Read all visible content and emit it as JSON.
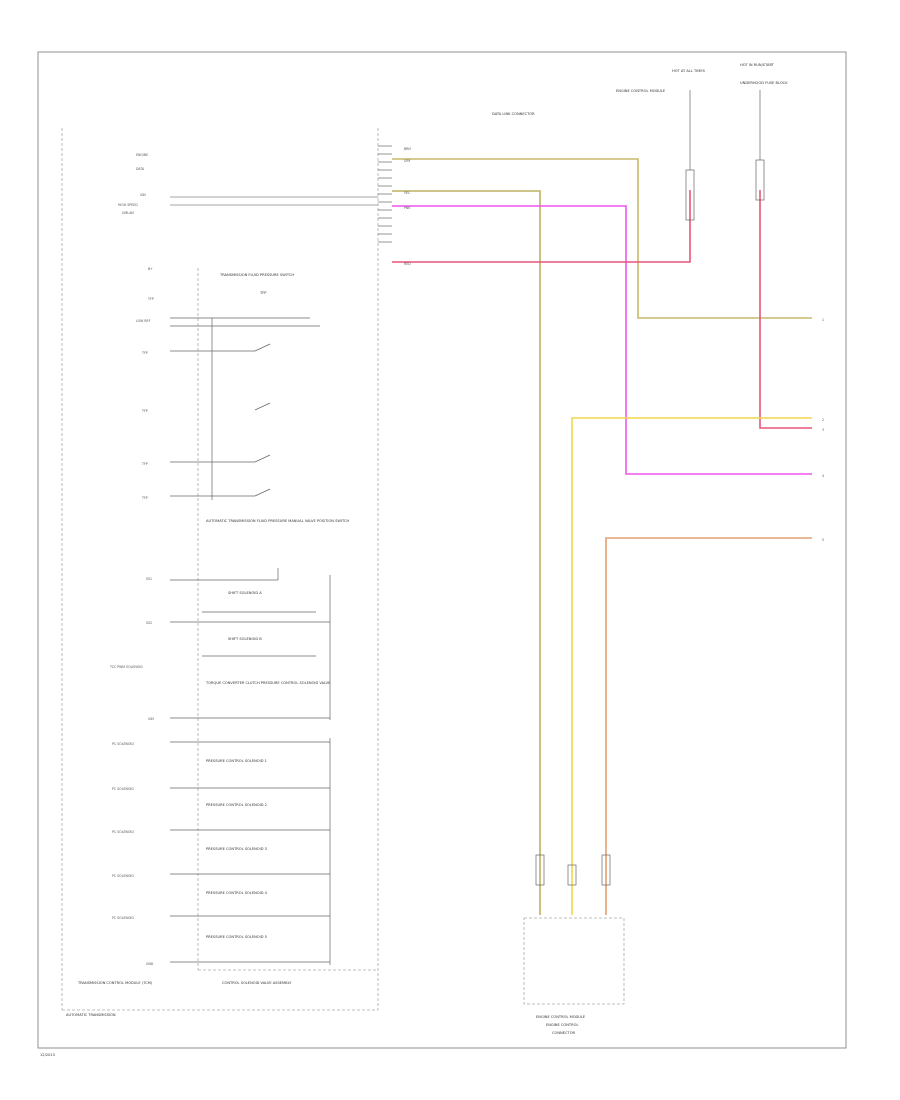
{
  "labels": {
    "ecm_title": "ENGINE CONTROL MODULE",
    "fuse_a": "HOT AT ALL TIMES",
    "fuse_b": "HOT IN RUN/START",
    "fuse_c": "UNDERHOOD FUSE BLOCK",
    "splice_note": "DATA LINK CONNECTOR",
    "tcm_title": "TRANSMISSION CONTROL MODULE (TCM)",
    "tcm_pin_1": "ENGINE",
    "tcm_pin_2": "DATA",
    "tcm_pin_3": "IGN",
    "tcm_pin_4": "HIGH SPEED",
    "tcm_pin_5": "GMLAN",
    "tcm_pin_6": "B+",
    "tcm_pin_7": "TFP",
    "tcm_pin_8": "LOW REF",
    "tcm_pin_9": "TFP",
    "tcm_pin_10": "TFP",
    "tcm_pin_11": "TFP",
    "tcm_pin_12": "TFP",
    "tcm_pin_13": "SS1",
    "tcm_pin_14": "SS2",
    "tcm_pin_15": "TCC PWM SOLENOID",
    "tcm_pin_16": "IGN",
    "tcm_pin_17": "PC SOLENOID",
    "tcm_pin_18": "PC SOLENOID",
    "tcm_pin_19": "PC SOLENOID",
    "tcm_pin_20": "PC SOLENOID",
    "tcm_pin_21": "PC SOLENOID",
    "tcm_pin_22": "GND",
    "tfp_title": "TRANSMISSION FLUID PRESSURE SWITCH",
    "tfp_sub": "TFP",
    "clutch_title": "AUTOMATIC TRANSMISSION FLUID PRESSURE MANUAL VALVE POSITION SWITCH",
    "shift_a": "SHIFT SOLENOID A",
    "shift_b": "SHIFT SOLENOID B",
    "tcc": "TORQUE CONVERTER CLUTCH PRESSURE CONTROL SOLENOID VALVE",
    "pcs1": "PRESSURE CONTROL SOLENOID 1",
    "pcs2": "PRESSURE CONTROL SOLENOID 2",
    "pcs3": "PRESSURE CONTROL SOLENOID 3",
    "pcs4": "PRESSURE CONTROL SOLENOID 4",
    "pcs5": "PRESSURE CONTROL SOLENOID 5",
    "control_assembly": "CONTROL SOLENOID VALVE ASSEMBLY",
    "auto_trans": "AUTOMATIC TRANSMISSION",
    "page_footer": "12/2013",
    "ecm_connector_a": "ENGINE CONTROL MODULE",
    "ecm_connector_b": "ENGINE CONTROL",
    "ecm_connector_c": "CONNECTOR",
    "right_1": "1",
    "right_2": "2",
    "right_3": "3",
    "right_4": "4",
    "right_5": "5",
    "wire_gry": "GRY",
    "wire_yel": "YEL",
    "wire_red": "RED",
    "wire_pnk": "PNK",
    "wire_brn": "BRN"
  },
  "colors": {
    "wire_tan": "#c9b96a",
    "wire_yellow": "#f2d64a",
    "wire_pink": "#ee55ee",
    "wire_red": "#e8557a",
    "wire_orange": "#e2a070",
    "wire_gray": "#b0b0b0"
  }
}
